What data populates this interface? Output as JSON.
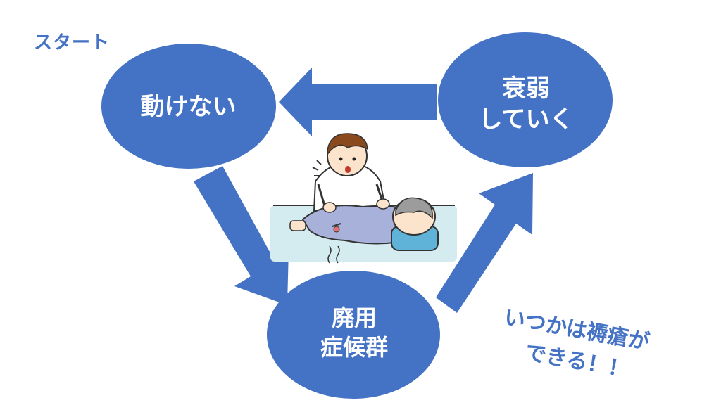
{
  "start_label": "スタート",
  "nodes": {
    "cannot_move": {
      "label": "動けない"
    },
    "weakening": {
      "line1": "衰弱",
      "line2": "していく"
    },
    "disuse": {
      "line1": "廃用",
      "line2": "症候群"
    }
  },
  "annotation": {
    "line1": "いつかは褥瘡が",
    "line2": "できる！！"
  },
  "colors": {
    "node": "#4472C4",
    "arrow": "#4472C4",
    "text_accent": "#4472C4",
    "floor": "#D4ECEF"
  },
  "icons": {
    "illustration": "caregiver-turning-elderly-patient"
  }
}
